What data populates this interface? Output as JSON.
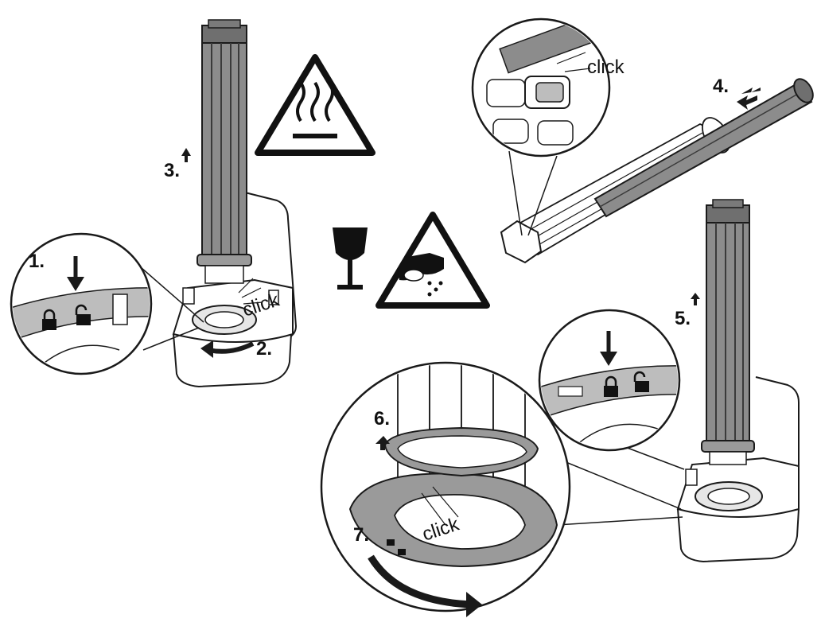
{
  "steps": {
    "s1": "1.",
    "s2": "2.",
    "s3": "3.",
    "s4": "4.",
    "s5": "5.",
    "s6": "6.",
    "s7": "7."
  },
  "clicks": {
    "c_top_right": "click",
    "c_left": "click",
    "c_bottom": "click"
  },
  "icons": {
    "hot_surface": "hot-surface-warning-icon",
    "fragile": "fragile-glass-icon",
    "hand_crush": "hand-injury-warning-icon",
    "lock": "padlock-locked-icon",
    "unlock": "padlock-open-icon"
  },
  "colors": {
    "line": "#1a1a1a",
    "cartridge": "#8c8c8c",
    "band": "#bdbdbd",
    "ring": "#9a9a9a"
  }
}
